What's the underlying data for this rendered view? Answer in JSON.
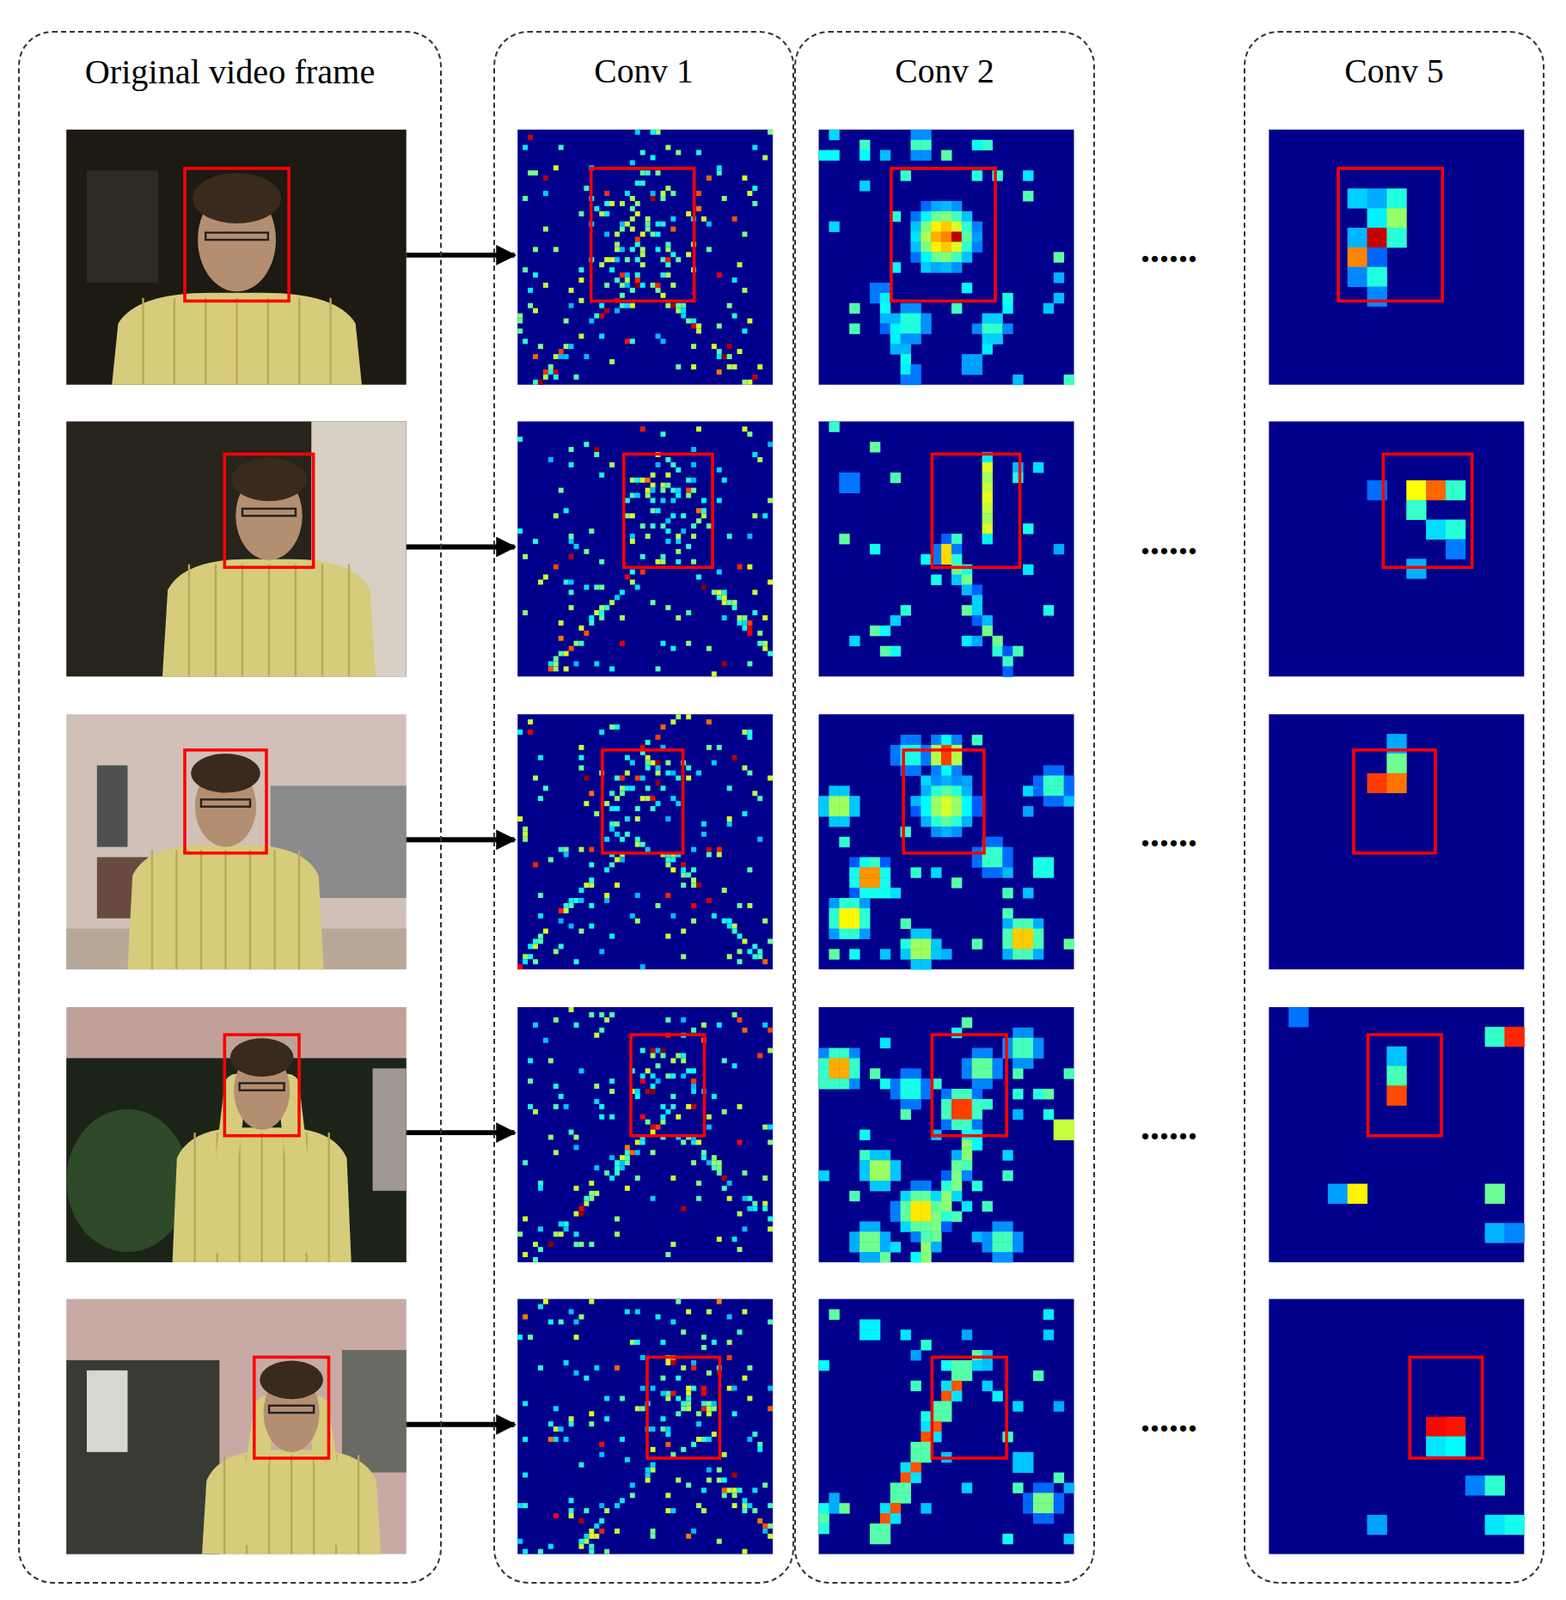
{
  "diagram": {
    "nodes": [
      {
        "text": [
          "Original video frame"
        ]
      },
      {
        "text": [
          "Conv 1"
        ]
      },
      {
        "text": [
          "Conv 2"
        ]
      },
      {
        "text": [
          "Conv 5"
        ]
      }
    ],
    "labels": [
      "......",
      "......",
      "......",
      "......",
      "......"
    ]
  }
}
